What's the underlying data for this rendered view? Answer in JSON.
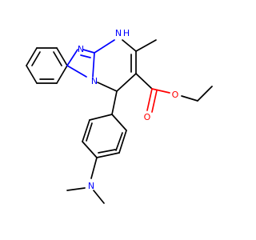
{
  "molecule": {
    "atoms": {
      "n_imine": {
        "symbol": "N",
        "color": "#0000ff"
      },
      "n_h": {
        "symbol": "N",
        "color": "#0000ff",
        "h_label": "H"
      },
      "n_ring": {
        "symbol": "N",
        "color": "#0000ff"
      },
      "n_amine": {
        "symbol": "N",
        "color": "#0000ff"
      },
      "o_carbonyl": {
        "symbol": "O",
        "color": "#ff0000"
      },
      "o_ester": {
        "symbol": "O",
        "color": "#ff0000"
      }
    },
    "bond_color": "#000000"
  }
}
